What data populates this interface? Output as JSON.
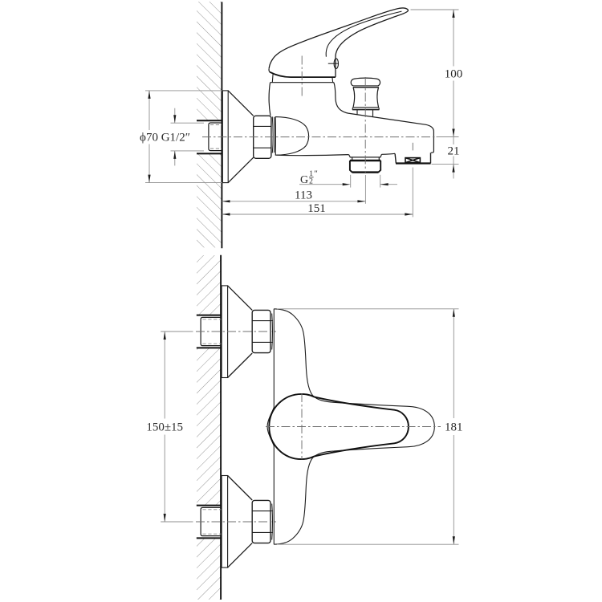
{
  "drawing": {
    "kind": "bath-mixer-faucet-installation-dimension-drawing",
    "background": "#ffffff",
    "ink_color": "#1c1c1c",
    "dim_line_color": "#8f8f8f",
    "centerline_color": "#6f6f6f",
    "hatch_color": "#ababab",
    "side_view": {
      "dimensions": {
        "handle_height": "100",
        "spout_drop": "21",
        "escutcheon_and_thread": "ϕ70 G1/2″",
        "aerator_thread": {
          "prefix": "G",
          "numerator": "1",
          "denominator": "2",
          "suffix": "″"
        },
        "wall_to_aerator": "113",
        "wall_to_shower_outlet": "151"
      }
    },
    "plan_view": {
      "dimensions": {
        "inlet_spacing": "150±15",
        "overall_body_width": "181"
      }
    }
  }
}
